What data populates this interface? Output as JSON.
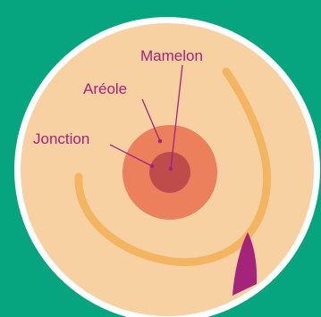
{
  "labels": {
    "nipple": "Mamelon",
    "areola": "Aréole",
    "junction": "Jonction"
  },
  "colors": {
    "background": "#06a57f",
    "skin": "#f8d1a3",
    "outer_ring": "#ffffff",
    "breast_contour": "#f4b562",
    "areola": "#ec7f5c",
    "nipple": "#c04b4b",
    "label_text": "#a3247a",
    "leader_line": "#a3247a",
    "arm_shape": "#a3247a"
  }
}
